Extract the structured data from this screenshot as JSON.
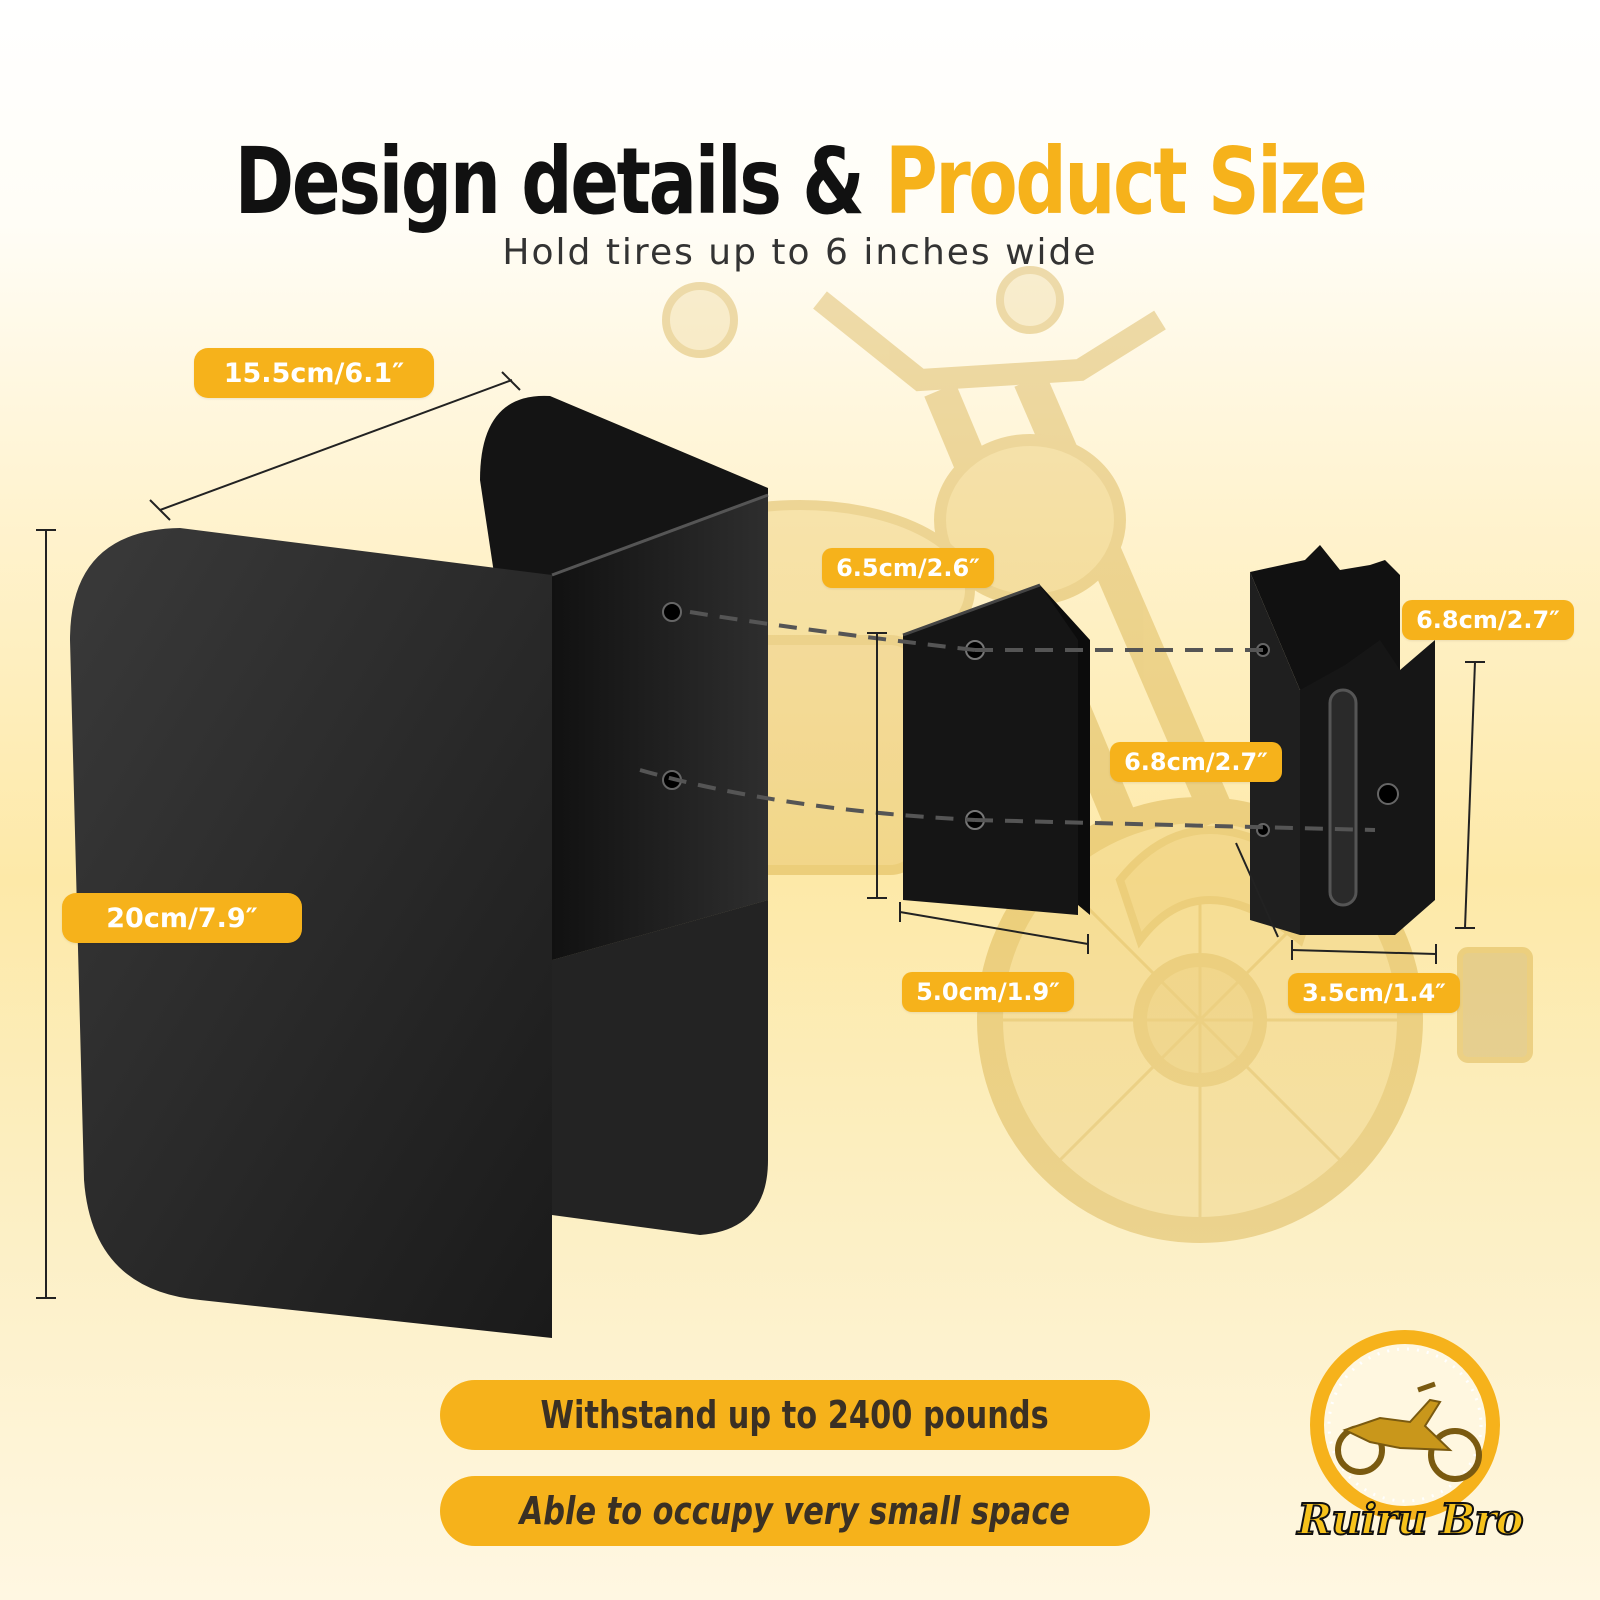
{
  "header": {
    "title_main": "Design details & ",
    "title_accent": "Product Size",
    "subtitle": "Hold tires up to 6 inches wide"
  },
  "dimensions": {
    "main_width": "15.5cm/6.1″",
    "main_height": "20cm/7.9″",
    "bracket_height": "6.5cm/2.6″",
    "bracket_width": "5.0cm/1.9″",
    "clip_height": "6.8cm/2.7″",
    "clip_width_mid": "6.8cm/2.7″",
    "clip_depth": "3.5cm/1.4″"
  },
  "features": {
    "load": "Withstand up to 2400 pounds",
    "space": "Able to occupy very small space"
  },
  "brand": {
    "name": "Ruiru Bro",
    "logo_icon": "motorcycle-icon"
  },
  "colors": {
    "accent": "#f6b21b",
    "text_dark": "#111111",
    "product": "#1c1c1c"
  }
}
